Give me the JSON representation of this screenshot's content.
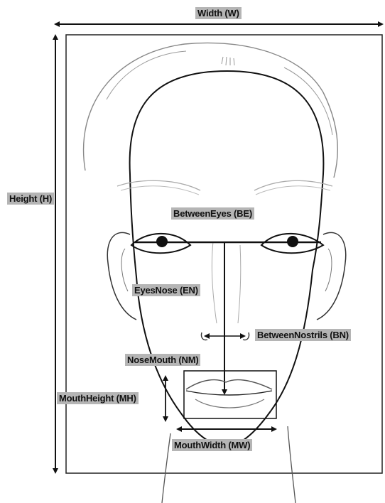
{
  "labels": {
    "width": "Width (W)",
    "height": "Height (H)",
    "between_eyes": "BetweenEyes (BE)",
    "eyes_nose": "EyesNose (EN)",
    "between_nostrils": "BetweenNostrils (BN)",
    "nose_mouth": "NoseMouth (NM)",
    "mouth_height": "MouthHeight (MH)",
    "mouth_width": "MouthWidth (MW)"
  },
  "colors": {
    "label_background": "#b5b5b5",
    "line": "#111111",
    "sketch": "#7a7a7a"
  }
}
